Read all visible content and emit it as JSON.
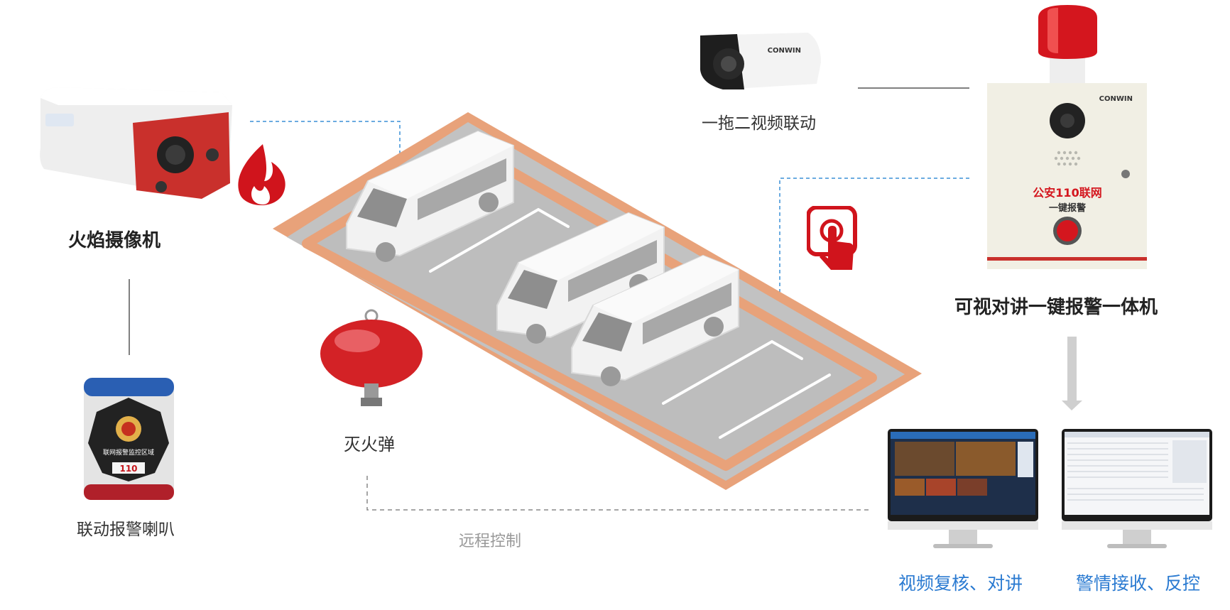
{
  "devices": {
    "flame_camera": {
      "label": "火焰摄像机"
    },
    "speaker": {
      "label": "联动报警喇叭",
      "badge_line1": "联网报警监控区域",
      "badge_line2": "110"
    },
    "extinguisher": {
      "label": "灭火弹"
    },
    "bullet_camera": {
      "label": "一拖二视频联动",
      "brand": "CONWIN"
    },
    "alarm_box": {
      "label": "可视对讲一键报警一体机",
      "brand": "CONWIN",
      "panel_title": "公安110联网",
      "panel_subtitle": "一键报警"
    }
  },
  "links": {
    "remote_control": "远程控制"
  },
  "monitors": [
    {
      "caption": "视频复核、对讲"
    },
    {
      "caption": "警情接收、反控"
    }
  ],
  "colors": {
    "accent_red": "#d0141c",
    "link_blue": "#2a7ad1",
    "dash_blue": "#3a8fd6",
    "lot_border": "#e8a27a",
    "lot_floor": "#c9c9c9"
  }
}
